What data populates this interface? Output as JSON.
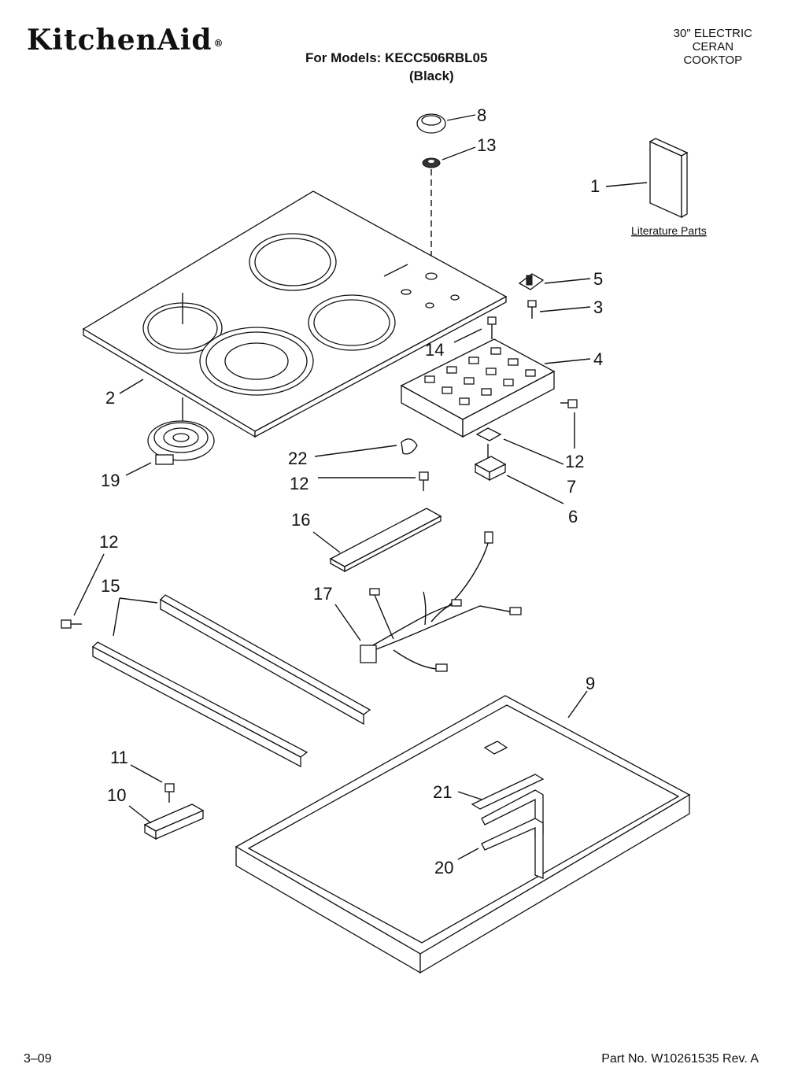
{
  "header": {
    "brand": "KitchenAid",
    "brand_mark": "®",
    "models_line": "For Models: KECC506RBL05",
    "color_line": "(Black)",
    "product_desc": [
      "30\" ELECTRIC",
      "CERAN",
      "COOKTOP"
    ]
  },
  "literature_label": "Literature Parts",
  "callouts": {
    "c1": "1",
    "c2": "2",
    "c3": "3",
    "c4": "4",
    "c5": "5",
    "c6": "6",
    "c7": "7",
    "c8": "8",
    "c9": "9",
    "c10": "10",
    "c11": "11",
    "c12a": "12",
    "c12b": "12",
    "c12c": "12",
    "c13": "13",
    "c14": "14",
    "c15": "15",
    "c16": "16",
    "c17": "17",
    "c19": "19",
    "c20": "20",
    "c21": "21",
    "c22": "22"
  },
  "footer": {
    "date": "3–09",
    "part_no": "Part No. W10261535 Rev. A"
  }
}
